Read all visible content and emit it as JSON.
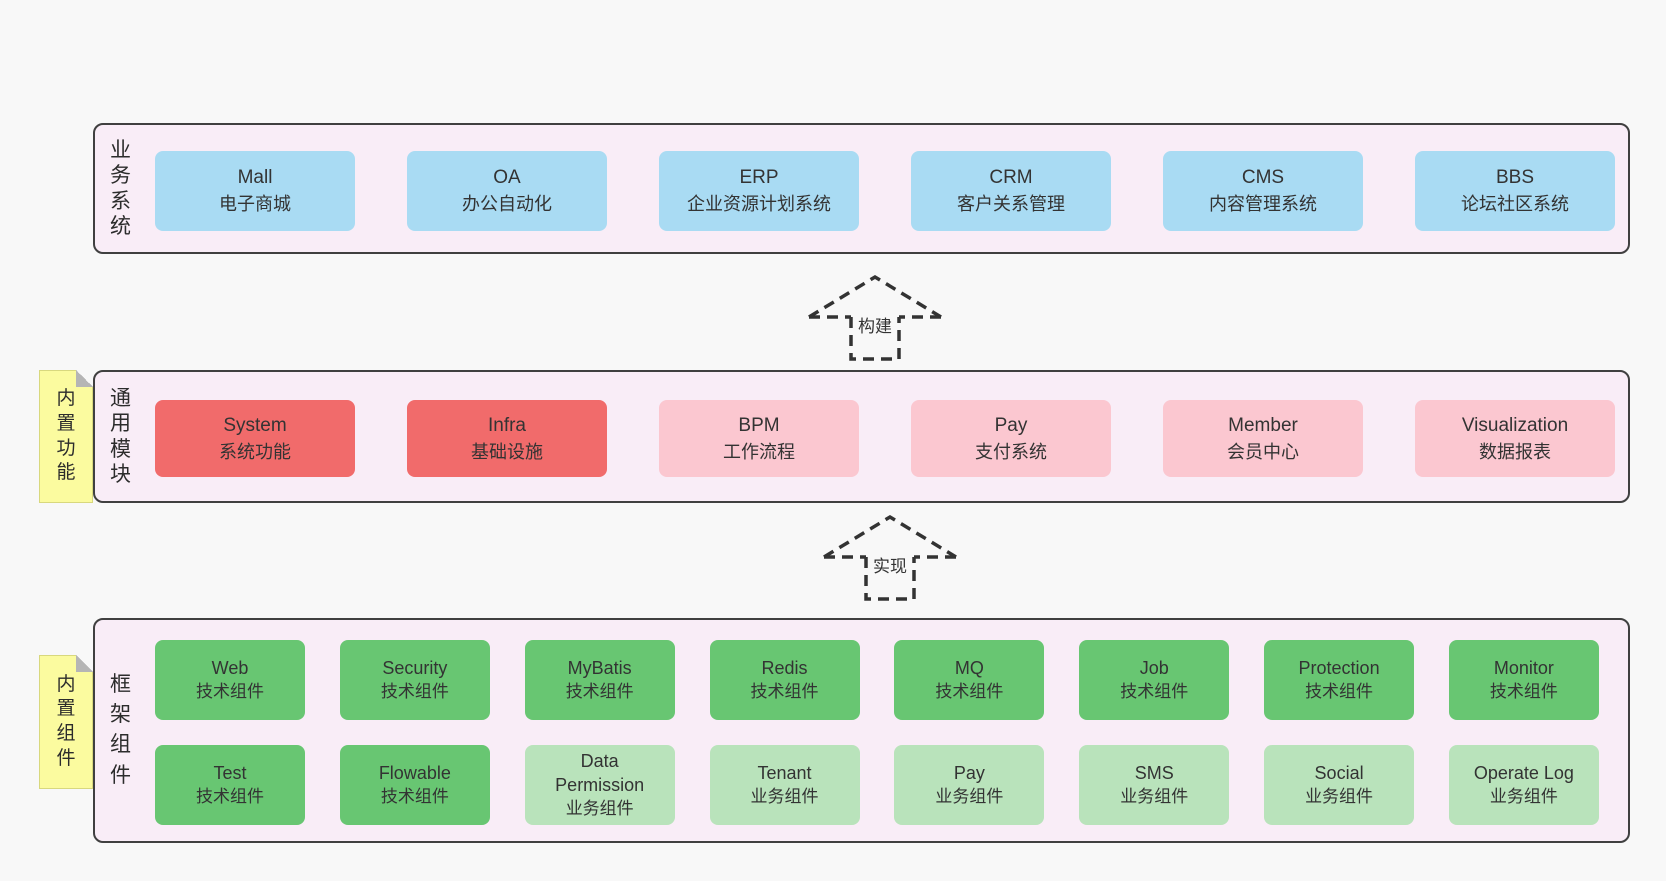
{
  "diagram": {
    "bands": [
      {
        "label": "业务系统",
        "boxes": [
          {
            "en": "Mall",
            "zh": "电子商城",
            "variant": "blue"
          },
          {
            "en": "OA",
            "zh": "办公自动化",
            "variant": "blue"
          },
          {
            "en": "ERP",
            "zh": "企业资源计划系统",
            "variant": "blue"
          },
          {
            "en": "CRM",
            "zh": "客户关系管理",
            "variant": "blue"
          },
          {
            "en": "CMS",
            "zh": "内容管理系统",
            "variant": "blue"
          },
          {
            "en": "BBS",
            "zh": "论坛社区系统",
            "variant": "blue"
          }
        ]
      },
      {
        "label": "通用模块",
        "sticky": "内置功能",
        "boxes": [
          {
            "en": "System",
            "zh": "系统功能",
            "variant": "red"
          },
          {
            "en": "Infra",
            "zh": "基础设施",
            "variant": "red"
          },
          {
            "en": "BPM",
            "zh": "工作流程",
            "variant": "pink"
          },
          {
            "en": "Pay",
            "zh": "支付系统",
            "variant": "pink"
          },
          {
            "en": "Member",
            "zh": "会员中心",
            "variant": "pink"
          },
          {
            "en": "Visualization",
            "zh": "数据报表",
            "variant": "pink"
          }
        ]
      },
      {
        "label": "框架组件",
        "sticky": "内置组件",
        "rows": [
          [
            {
              "en": "Web",
              "zh": "技术组件",
              "variant": "green"
            },
            {
              "en": "Security",
              "zh": "技术组件",
              "variant": "green"
            },
            {
              "en": "MyBatis",
              "zh": "技术组件",
              "variant": "green"
            },
            {
              "en": "Redis",
              "zh": "技术组件",
              "variant": "green"
            },
            {
              "en": "MQ",
              "zh": "技术组件",
              "variant": "green"
            },
            {
              "en": "Job",
              "zh": "技术组件",
              "variant": "green"
            },
            {
              "en": "Protection",
              "zh": "技术组件",
              "variant": "green"
            },
            {
              "en": "Monitor",
              "zh": "技术组件",
              "variant": "green"
            }
          ],
          [
            {
              "en": "Test",
              "zh": "技术组件",
              "variant": "green"
            },
            {
              "en": "Flowable",
              "zh": "技术组件",
              "variant": "green"
            },
            {
              "en": "Data Permission",
              "zh": "业务组件",
              "variant": "green-light"
            },
            {
              "en": "Tenant",
              "zh": "业务组件",
              "variant": "green-light"
            },
            {
              "en": "Pay",
              "zh": "业务组件",
              "variant": "green-light"
            },
            {
              "en": "SMS",
              "zh": "业务组件",
              "variant": "green-light"
            },
            {
              "en": "Social",
              "zh": "业务组件",
              "variant": "green-light"
            },
            {
              "en": "Operate Log",
              "zh": "业务组件",
              "variant": "green-light"
            }
          ]
        ]
      }
    ],
    "arrows": [
      {
        "label": "构建"
      },
      {
        "label": "实现"
      }
    ]
  },
  "colors": {
    "page_bg": "#f8f8f8",
    "band_bg": "#f9edf7",
    "band_border": "#404040",
    "blue": "#a9dbf3",
    "red": "#f16b6b",
    "pink": "#fbc7d0",
    "green": "#68c672",
    "green_light": "#b9e3bb",
    "sticky_yellow": "#fbfb9f",
    "text": "#333333"
  }
}
